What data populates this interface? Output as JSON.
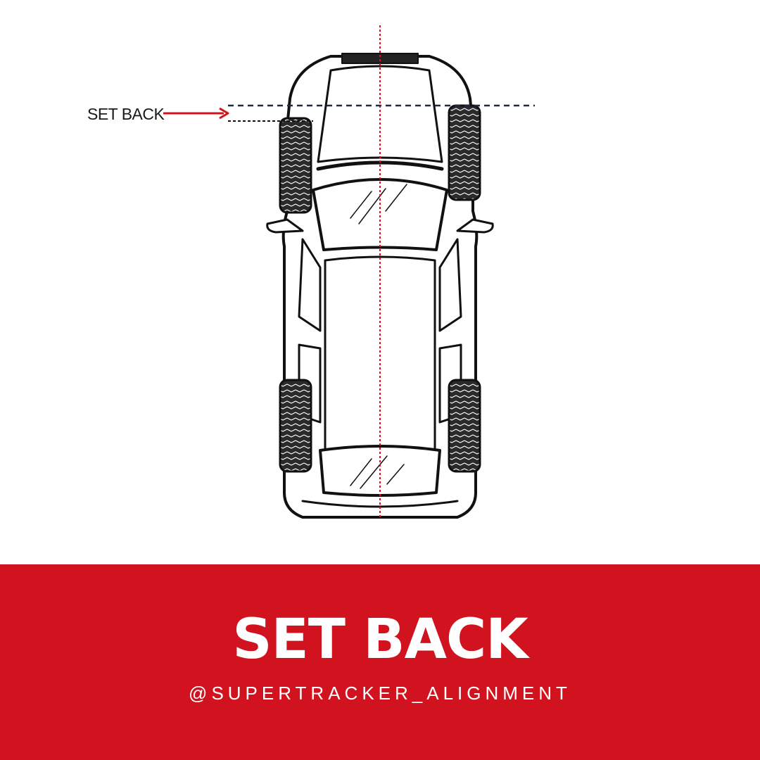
{
  "diagram": {
    "callout_label": "SET BACK"
  },
  "banner": {
    "title": "SET BACK",
    "handle": "@SUPERTRACKER_ALIGNMENT"
  },
  "colors": {
    "accent_red": "#d1131f",
    "reference_line_navy": "#1c2a48",
    "outline": "#111111",
    "background": "#ffffff"
  }
}
